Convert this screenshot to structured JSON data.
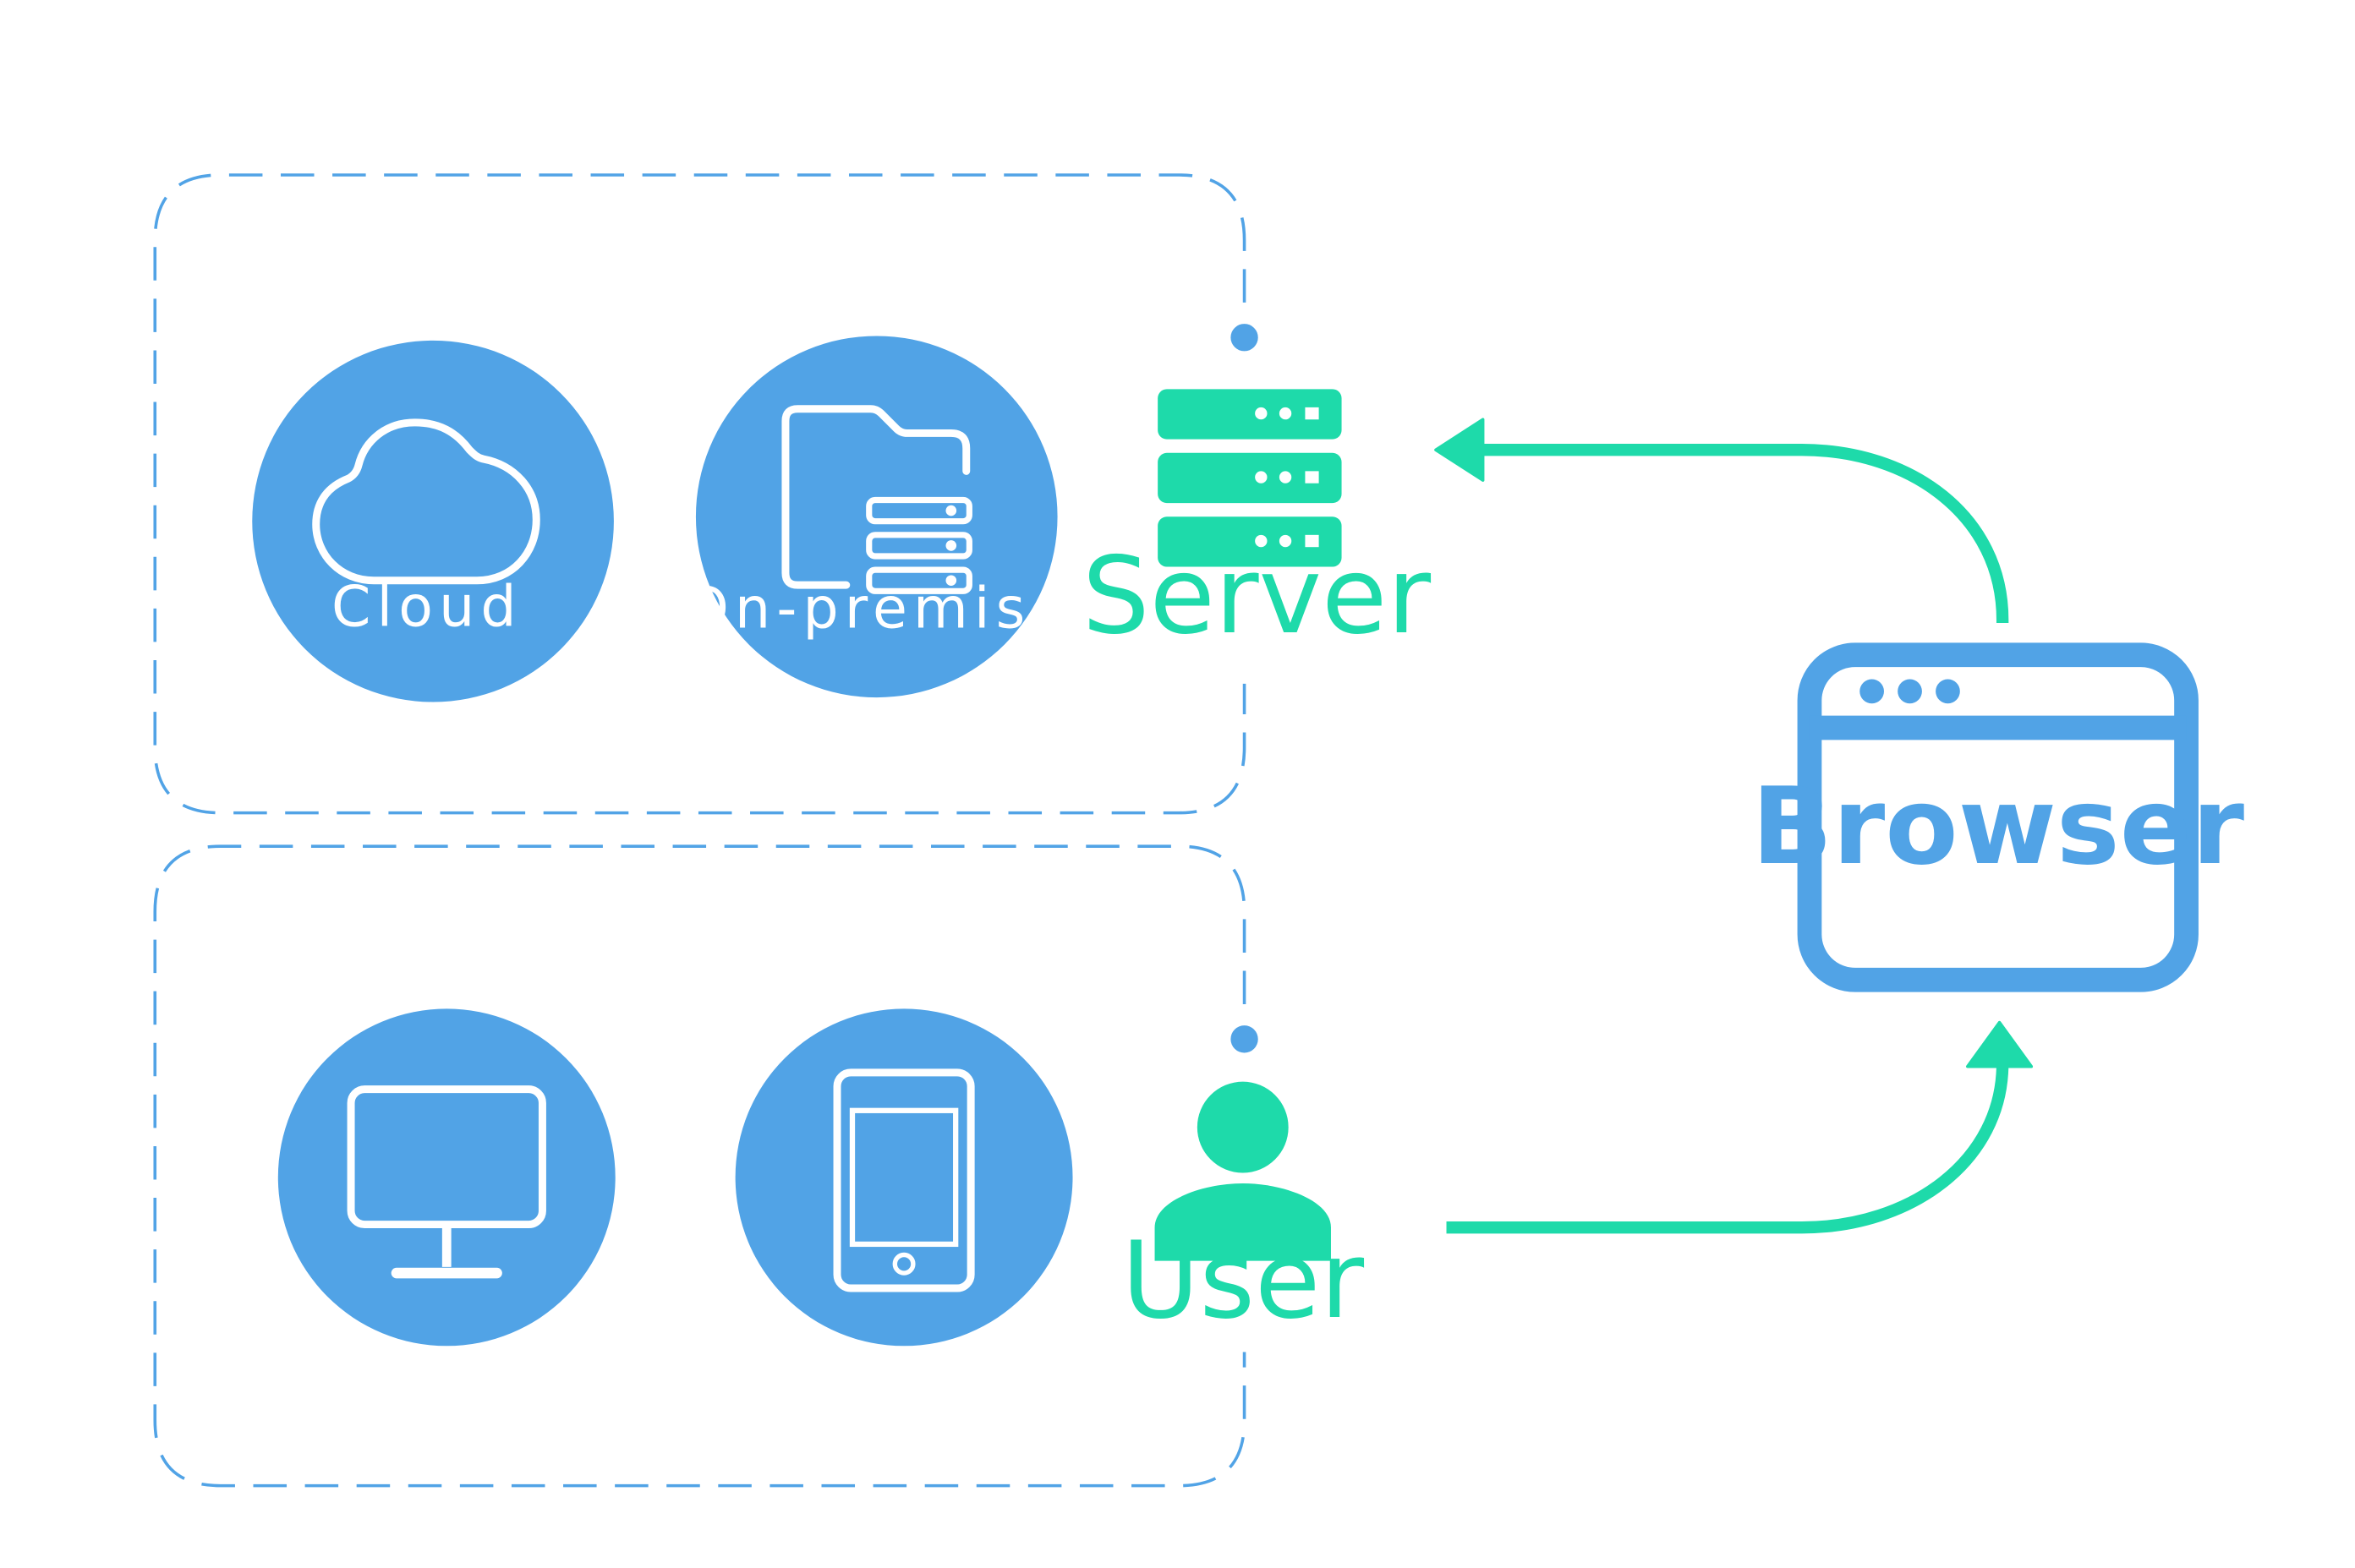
{
  "colors": {
    "blue": "#51a3e6",
    "green": "#1edaaa",
    "white": "#ffffff",
    "background": "#ffffff"
  },
  "hosting_group": {
    "name": "hosting-options",
    "items": [
      {
        "label": "Cloud",
        "icon": "cloud-icon"
      },
      {
        "label": "On-premise",
        "icon": "folder-server-icon"
      }
    ]
  },
  "device_group": {
    "name": "user-devices",
    "items": [
      {
        "label": "",
        "icon": "desktop-monitor-icon"
      },
      {
        "label": "",
        "icon": "mobile-tablet-icon"
      }
    ]
  },
  "nodes": {
    "server": {
      "label": "Server",
      "icon": "server-rack-icon"
    },
    "user": {
      "label": "User",
      "icon": "user-icon"
    },
    "browser": {
      "label": "Browser",
      "icon": "browser-window-icon"
    }
  },
  "edges": [
    {
      "from": "user",
      "to": "browser"
    },
    {
      "from": "browser",
      "to": "server"
    }
  ]
}
